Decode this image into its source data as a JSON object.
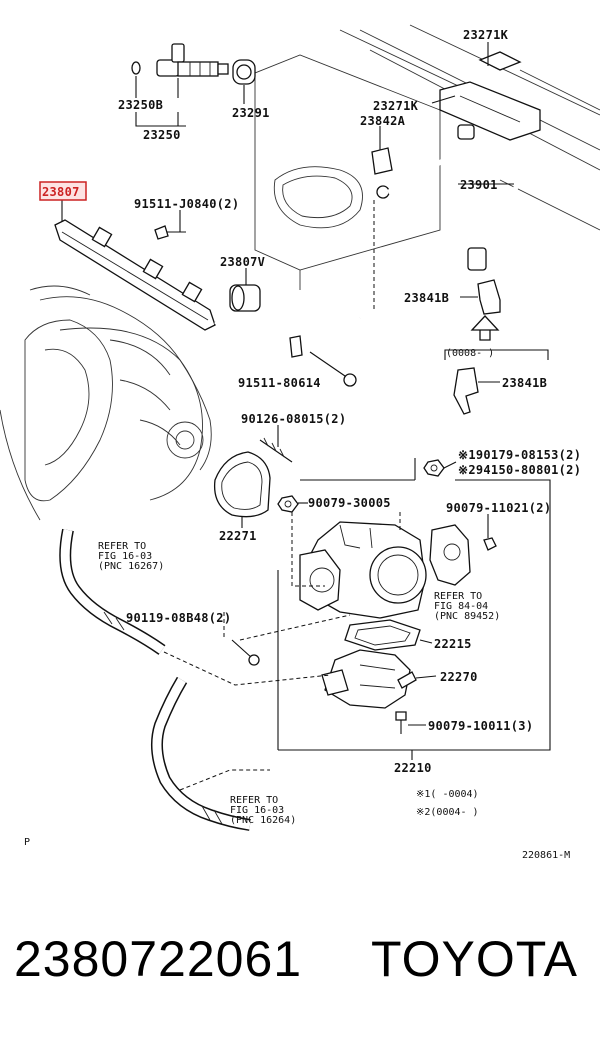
{
  "diagram": {
    "labels": {
      "p23271K_top": "23271K",
      "p23250B": "23250B",
      "p23250": "23250",
      "p23291": "23291",
      "p23271K": "23271K",
      "p23842A": "23842A",
      "p23807": "23807",
      "p91511_J0840": "91511-J0840(2)",
      "p23901": "23901",
      "p23807V": "23807V",
      "p23841B_top": "23841B",
      "p91511_80614": "91511-80614",
      "p0008": "(0008-     )",
      "p23841B": "23841B",
      "p90126": "90126-08015(2)",
      "p190179": "※190179-08153(2)",
      "p294150": "※294150-80801(2)",
      "p90079_30005": "90079-30005",
      "p90079_11021": "90079-11021(2)",
      "p22271": "22271",
      "refer1_a": "REFER TO",
      "refer1_b": "FIG 16-03",
      "refer1_c": "(PNC 16267)",
      "refer2_a": "REFER TO",
      "refer2_b": "FIG 84-04",
      "refer2_c": "(PNC 89452)",
      "p90119": "90119-08B48(2)",
      "p22215": "22215",
      "p22270": "22270",
      "p90079_10011": "90079-10011(3)",
      "p22210": "22210",
      "refer3_a": "REFER TO",
      "refer3_b": "FIG 16-03",
      "refer3_c": "(PNC 16264)",
      "note1": "※1(     -0004)",
      "note2": "※2(0004-     )",
      "p_marker": "P",
      "drawing_code": "220861-M"
    },
    "highlight_color": "#cc2222"
  },
  "caption": {
    "part_number": "2380722061",
    "brand": "TOYOTA"
  }
}
